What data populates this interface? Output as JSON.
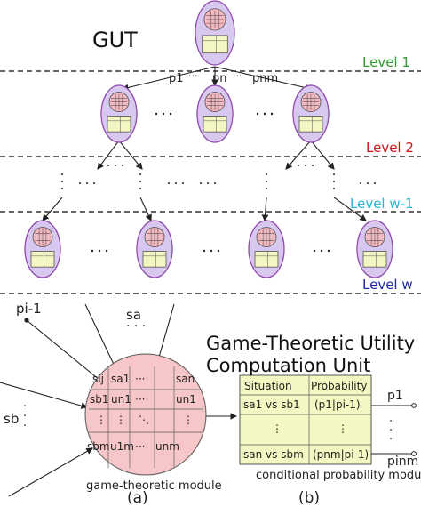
{
  "gut_label": "GUT",
  "levels": {
    "level_1": "Level 1",
    "level_2": "Level 2",
    "level_w_minus_1": "Level w-1",
    "level_w": "Level w"
  },
  "branch_labels": {
    "p1": "p1",
    "pn": "pn",
    "pnm": "pnm"
  },
  "unit_title": {
    "line1": "Game-Theoretic Utility",
    "line2": "Computation Unit"
  },
  "module_a": {
    "name": "game-theoretic module",
    "caption": "(a)",
    "inputs": {
      "p_i_minus_1": "pi-1",
      "s_a": "sa",
      "s_b": "sb"
    },
    "matrix": {
      "corner": "sij",
      "col_headers": [
        "sa1",
        "···",
        "san"
      ],
      "rows": [
        {
          "head": "sb1",
          "cells": [
            "un1",
            "···",
            "un1"
          ]
        },
        {
          "head": "⋮",
          "cells": [
            "⋮",
            "⋱",
            "⋮"
          ]
        },
        {
          "head": "sbm",
          "cells": [
            "u1m",
            "···",
            "unm"
          ]
        }
      ]
    }
  },
  "module_b": {
    "name": "conditional probability module",
    "caption": "(b)",
    "headers": [
      "Situation",
      "Probability"
    ],
    "rows": [
      [
        "sa1 vs sb1",
        "(p1|pi-1)"
      ],
      [
        "⋮",
        "⋮"
      ],
      [
        "san vs sbm",
        "(pnm|pi-1)"
      ]
    ],
    "outputs": {
      "top": "p1",
      "bottom": "pinm"
    }
  },
  "colors": {
    "level_1": "#2e9e2e",
    "level_2": "#d41414",
    "level_w_minus_1": "#22b8d8",
    "level_w": "#1f2aa8",
    "node_fill": "#d8c8f0",
    "node_stroke": "#8e44ad",
    "module_a_fill": "#f7c6c8",
    "module_b_fill": "#f4f7c2"
  }
}
